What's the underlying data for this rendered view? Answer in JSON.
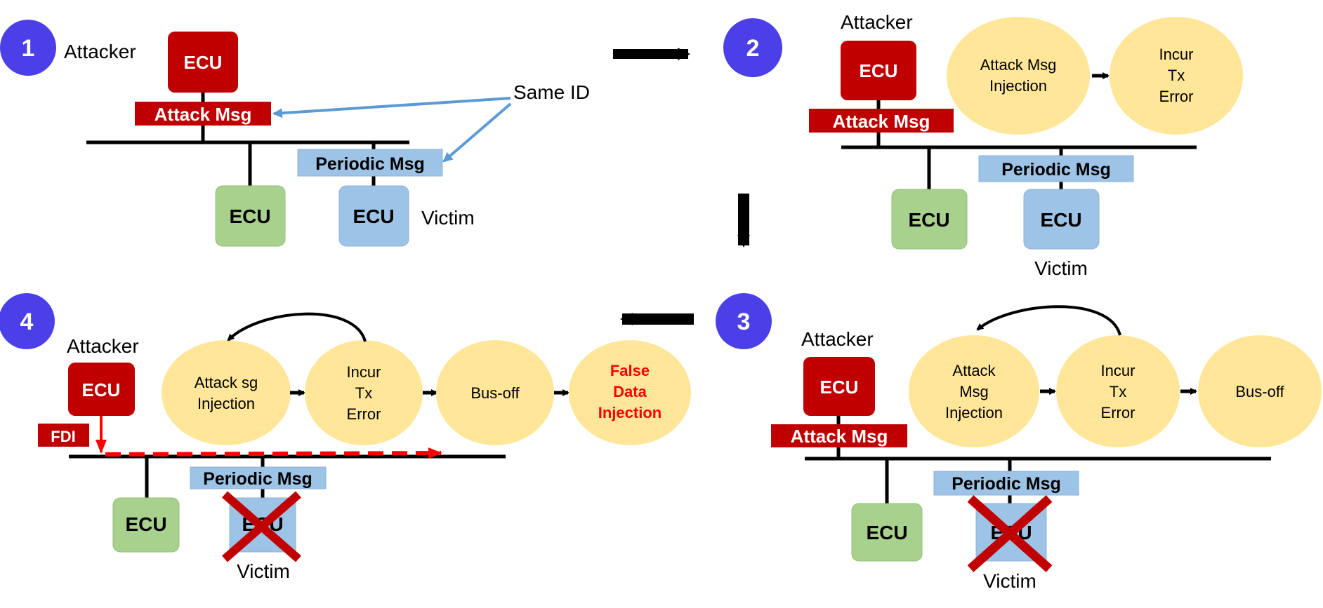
{
  "colors": {
    "attacker_red": "#c00000",
    "victim_blue": "#9dc3e6",
    "normal_green": "#a9d18e",
    "state_yellow": "#ffe699",
    "step_purple": "#4b40e8",
    "arrow_blue": "#5b9bd5",
    "cross_red": "#c00000",
    "fdi_red": "#ff0000"
  },
  "labels": {
    "ecu": "ECU",
    "attacker": "Attacker",
    "victim": "Victim",
    "attack_msg": "Attack Msg",
    "periodic_msg": "Periodic Msg",
    "same_id": "Same ID",
    "fdi": "FDI"
  },
  "steps": [
    "1",
    "2",
    "3",
    "4"
  ],
  "states": {
    "attack_msg_injection": [
      "Attack Msg",
      "Injection"
    ],
    "attack_msg_injection_3": [
      "Attack",
      "Msg",
      "Injection"
    ],
    "attack_sg_injection": [
      "Attack sg",
      "Injection"
    ],
    "incur_tx_error": [
      "Incur",
      "Tx",
      "Error"
    ],
    "bus_off": [
      "Bus-off"
    ],
    "false_data_injection": [
      "False",
      "Data",
      "Injection"
    ]
  }
}
